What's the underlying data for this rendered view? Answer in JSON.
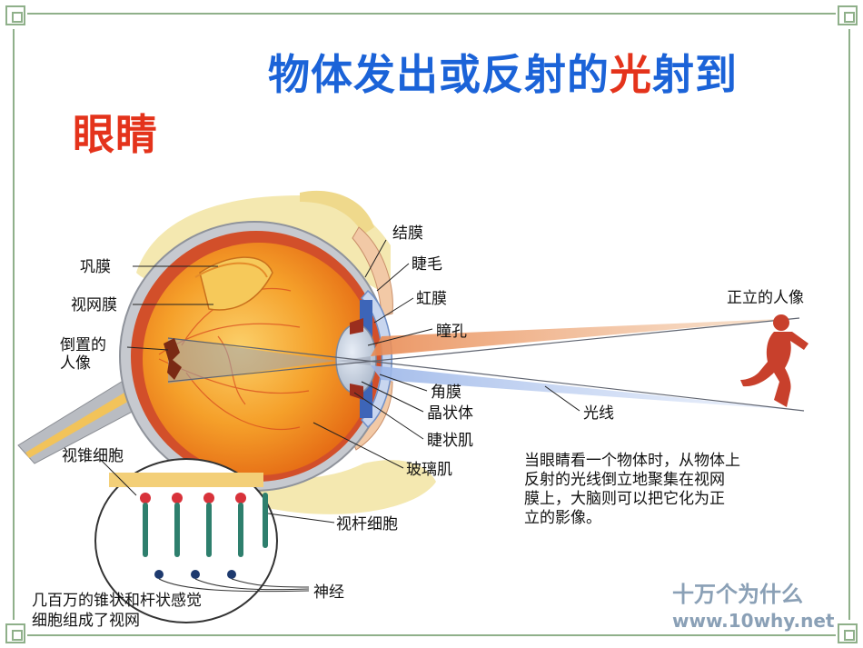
{
  "title": {
    "line1_before": "物体发出或反射的",
    "line1_highlight": "光",
    "line1_after": "射到",
    "line2": "眼睛"
  },
  "labels": {
    "jiemo": "结膜",
    "jiemao": "睫毛",
    "hongmo": "虹膜",
    "tongkong": "瞳孔",
    "jiaomo": "角膜",
    "jingzhuangti": "晶状体",
    "jiezhuangji": "睫状肌",
    "bolitiji": "玻璃肌",
    "gongmo": "巩膜",
    "shiwangmo": "视网膜",
    "daozhi_1": "倒置的",
    "daozhi_2": "人像",
    "shizhui": "视锥细胞",
    "shigan": "视杆细胞",
    "shenjing": "神经",
    "zhengli": "正立的人像",
    "guangxian": "光线",
    "retina_note_1": "几百万的锥状和杆状感觉",
    "retina_note_2": "细胞组成了视网"
  },
  "caption": {
    "line1": "当眼睛看一个物体时，从物体上",
    "line2": "反射的光线倒立地聚集在视网",
    "line3": "膜上，大脑则可以把它化为正",
    "line4": "立的影像。"
  },
  "watermark": {
    "name": "十万个为什么",
    "url": "www.10why.net"
  },
  "colors": {
    "title_blue": "#1b63d8",
    "title_red": "#e4331b",
    "eyeball_orange": "#f28a1c",
    "figure_red": "#c8402c",
    "frame_green": "#8fb08a"
  }
}
